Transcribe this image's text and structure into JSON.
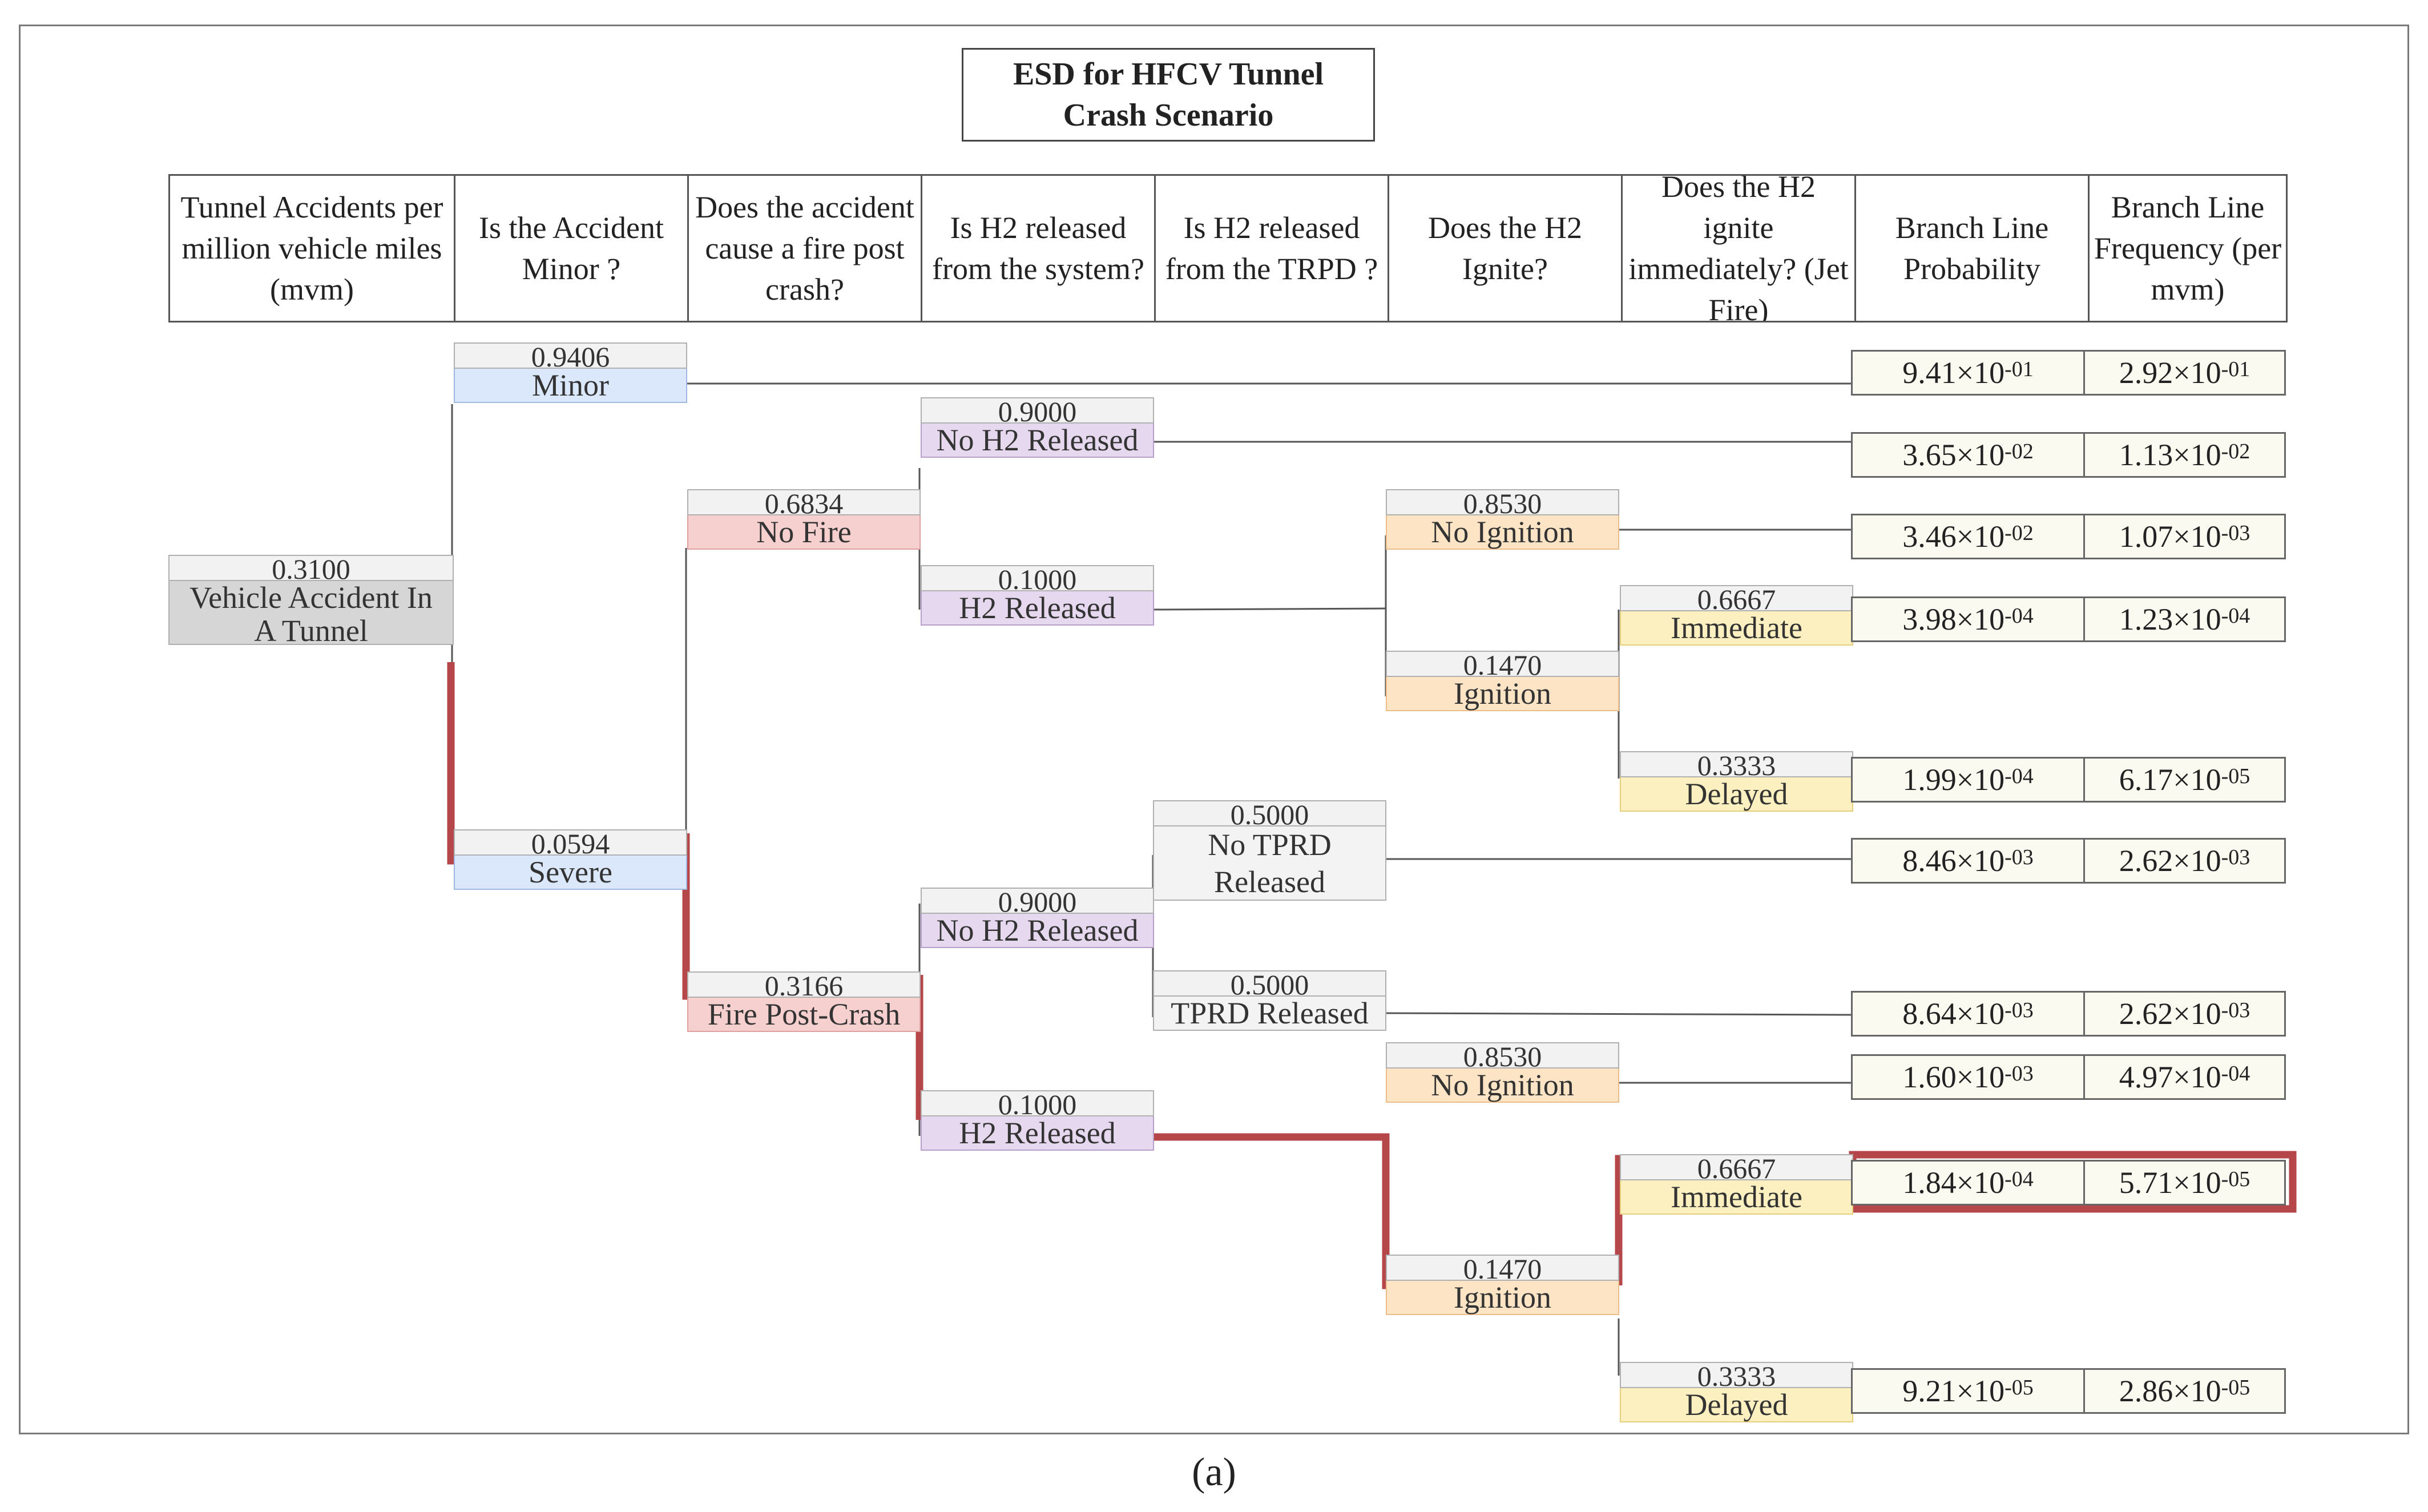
{
  "title": "ESD for HFCV Tunnel\nCrash Scenario",
  "columns": [
    "Tunnel Accidents per million vehicle miles (mvm)",
    "Is the Accident Minor ?",
    "Does the accident cause a fire post crash?",
    "Is H2 released from the system?",
    "Is H2 released from the TRPD ?",
    "Does the H2 Ignite?",
    "Does the H2 ignite immediately? (Jet Fire)",
    "Branch Line Probability",
    "Branch Line Frequency (per mvm)"
  ],
  "nodes": {
    "root": {
      "prob": "0.3100",
      "label": "Vehicle Accident In\nA Tunnel"
    },
    "minor": {
      "prob": "0.9406",
      "label": "Minor"
    },
    "severe": {
      "prob": "0.0594",
      "label": "Severe"
    },
    "no_fire": {
      "prob": "0.6834",
      "label": "No Fire"
    },
    "fire": {
      "prob": "0.3166",
      "label": "Fire Post-Crash"
    },
    "nf_no_h2": {
      "prob": "0.9000",
      "label": "No H2 Released"
    },
    "nf_h2": {
      "prob": "0.1000",
      "label": "H2 Released"
    },
    "f_no_h2": {
      "prob": "0.9000",
      "label": "No H2 Released"
    },
    "f_h2": {
      "prob": "0.1000",
      "label": "H2 Released"
    },
    "no_tprd": {
      "prob": "0.5000",
      "label": "No TPRD\nReleased"
    },
    "tprd": {
      "prob": "0.5000",
      "label": "TPRD Released"
    },
    "nf_no_ign": {
      "prob": "0.8530",
      "label": "No Ignition"
    },
    "nf_ign": {
      "prob": "0.1470",
      "label": "Ignition"
    },
    "f_no_ign": {
      "prob": "0.8530",
      "label": "No Ignition"
    },
    "f_ign": {
      "prob": "0.1470",
      "label": "Ignition"
    },
    "nf_imm": {
      "prob": "0.6667",
      "label": "Immediate"
    },
    "nf_del": {
      "prob": "0.3333",
      "label": "Delayed"
    },
    "f_imm": {
      "prob": "0.6667",
      "label": "Immediate"
    },
    "f_del": {
      "prob": "0.3333",
      "label": "Delayed"
    }
  },
  "outcomes": [
    {
      "p": "9.41",
      "p_exp": "-01",
      "f": "2.92",
      "f_exp": "-01"
    },
    {
      "p": "3.65",
      "p_exp": "-02",
      "f": "1.13",
      "f_exp": "-02"
    },
    {
      "p": "3.46",
      "p_exp": "-02",
      "f": "1.07",
      "f_exp": "-03"
    },
    {
      "p": "3.98",
      "p_exp": "-04",
      "f": "1.23",
      "f_exp": "-04"
    },
    {
      "p": "1.99",
      "p_exp": "-04",
      "f": "6.17",
      "f_exp": "-05"
    },
    {
      "p": "8.46",
      "p_exp": "-03",
      "f": "2.62",
      "f_exp": "-03"
    },
    {
      "p": "8.64",
      "p_exp": "-03",
      "f": "2.62",
      "f_exp": "-03"
    },
    {
      "p": "1.60",
      "p_exp": "-03",
      "f": "4.97",
      "f_exp": "-04"
    },
    {
      "p": "1.84",
      "p_exp": "-04",
      "f": "5.71",
      "f_exp": "-05"
    },
    {
      "p": "9.21",
      "p_exp": "-05",
      "f": "2.86",
      "f_exp": "-05"
    }
  ],
  "times_sign": "×10",
  "caption": "(a)",
  "colors": {
    "highlight": "#b5474a",
    "line": "#555555"
  }
}
